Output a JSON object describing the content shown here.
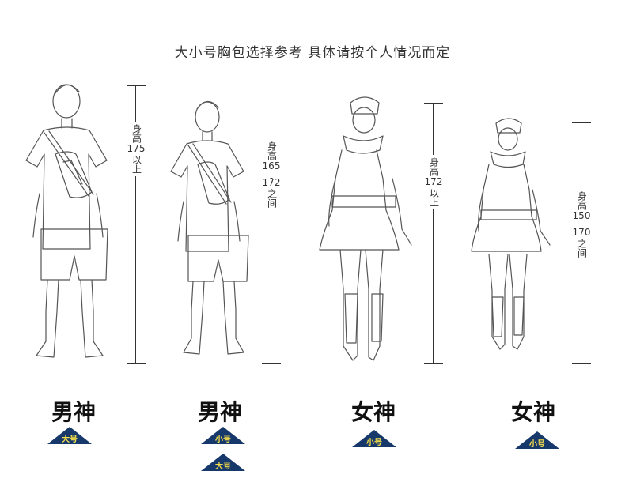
{
  "title": "大小号胸包选择参考  具体请按个人情况而定",
  "columns": [
    {
      "label": "男神",
      "ruler": {
        "prefix": "身高",
        "values": [
          "175"
        ],
        "suffix": "以上"
      },
      "badges": [
        "大号"
      ]
    },
    {
      "label": "男神",
      "ruler": {
        "prefix": "身高",
        "values": [
          "165",
          "172"
        ],
        "suffix": "之间"
      },
      "badges": [
        "小号",
        "大号"
      ]
    },
    {
      "label": "女神",
      "ruler": {
        "prefix": "身高",
        "values": [
          "172"
        ],
        "suffix": "以上"
      },
      "badges": [
        "小号"
      ]
    },
    {
      "label": "女神",
      "ruler": {
        "prefix": "身高",
        "values": [
          "150",
          "170"
        ],
        "suffix": "之间"
      },
      "badges": [
        "小号"
      ]
    }
  ],
  "colors": {
    "badge_fill": "#17386b",
    "badge_text": "#f7e04a",
    "line": "#333333"
  }
}
